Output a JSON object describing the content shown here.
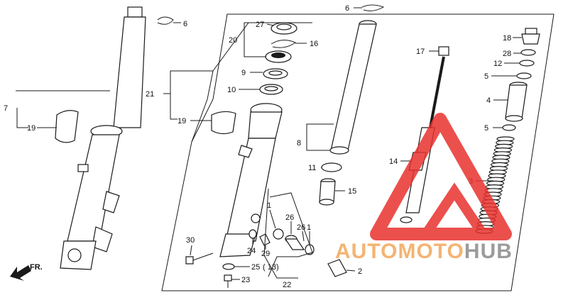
{
  "diagram": {
    "direction_label": "FR.",
    "callouts": {
      "c1": "1",
      "c2": "2",
      "c3": "3",
      "c4": "4",
      "c5a": "5",
      "c5b": "5",
      "c6a": "6",
      "c6b": "6",
      "c7": "7",
      "c8": "8",
      "c9": "9",
      "c10": "10",
      "c11": "11",
      "c12": "12",
      "c13": "( 13)",
      "c14": "14",
      "c15": "15",
      "c16": "16",
      "c17": "17",
      "c18": "18",
      "c19a": "19",
      "c19b": "19",
      "c20": "20",
      "c21": "21",
      "c22": "22",
      "c23": "23",
      "c24": "24",
      "c25": "25",
      "c26a": "26",
      "c26b": "26",
      "c27": "27",
      "c28": "28",
      "c29": "29",
      "c30": "30",
      "c1b": "1"
    }
  },
  "watermark": {
    "part1": "AUTO",
    "part2": "MOTO",
    "part3": "HUB",
    "colors": {
      "orange": "#f2a85a",
      "gray": "#8a8a8a",
      "red": "#e8322e"
    }
  }
}
